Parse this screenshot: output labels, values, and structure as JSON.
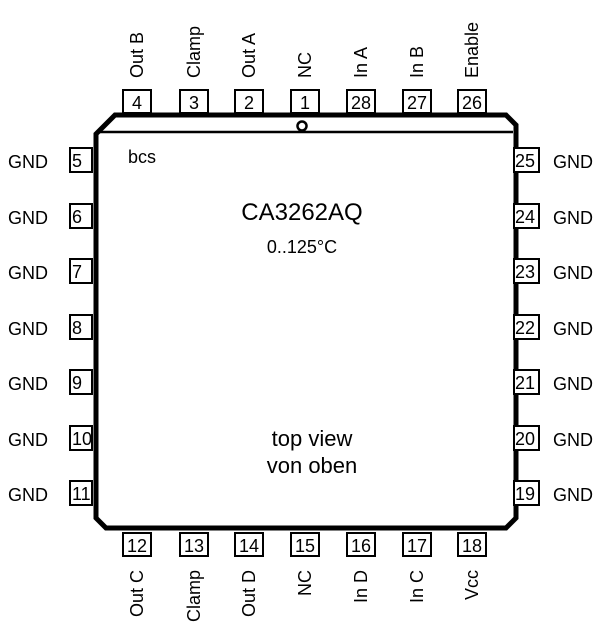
{
  "chip": {
    "part_number": "CA3262AQ",
    "temp_range": "0..125°C",
    "logo": "bcs",
    "view_line1": "top view",
    "view_line2": "von oben",
    "pin1_marker": "pin-1-dot"
  },
  "pins": {
    "top": [
      {
        "num": "4",
        "label": "Out B"
      },
      {
        "num": "3",
        "label": "Clamp"
      },
      {
        "num": "2",
        "label": "Out A"
      },
      {
        "num": "1",
        "label": "NC"
      },
      {
        "num": "28",
        "label": "In A"
      },
      {
        "num": "27",
        "label": "In B"
      },
      {
        "num": "26",
        "label": "Enable"
      }
    ],
    "left": [
      {
        "num": "5",
        "label": "GND"
      },
      {
        "num": "6",
        "label": "GND"
      },
      {
        "num": "7",
        "label": "GND"
      },
      {
        "num": "8",
        "label": "GND"
      },
      {
        "num": "9",
        "label": "GND"
      },
      {
        "num": "10",
        "label": "GND"
      },
      {
        "num": "11",
        "label": "GND"
      }
    ],
    "right": [
      {
        "num": "25",
        "label": "GND"
      },
      {
        "num": "24",
        "label": "GND"
      },
      {
        "num": "23",
        "label": "GND"
      },
      {
        "num": "22",
        "label": "GND"
      },
      {
        "num": "21",
        "label": "GND"
      },
      {
        "num": "20",
        "label": "GND"
      },
      {
        "num": "19",
        "label": "GND"
      }
    ],
    "bottom": [
      {
        "num": "12",
        "label": "Out C"
      },
      {
        "num": "13",
        "label": "Clamp"
      },
      {
        "num": "14",
        "label": "Out D"
      },
      {
        "num": "15",
        "label": "NC"
      },
      {
        "num": "16",
        "label": "In D"
      },
      {
        "num": "17",
        "label": "In C"
      },
      {
        "num": "18",
        "label": "Vcc"
      }
    ]
  }
}
